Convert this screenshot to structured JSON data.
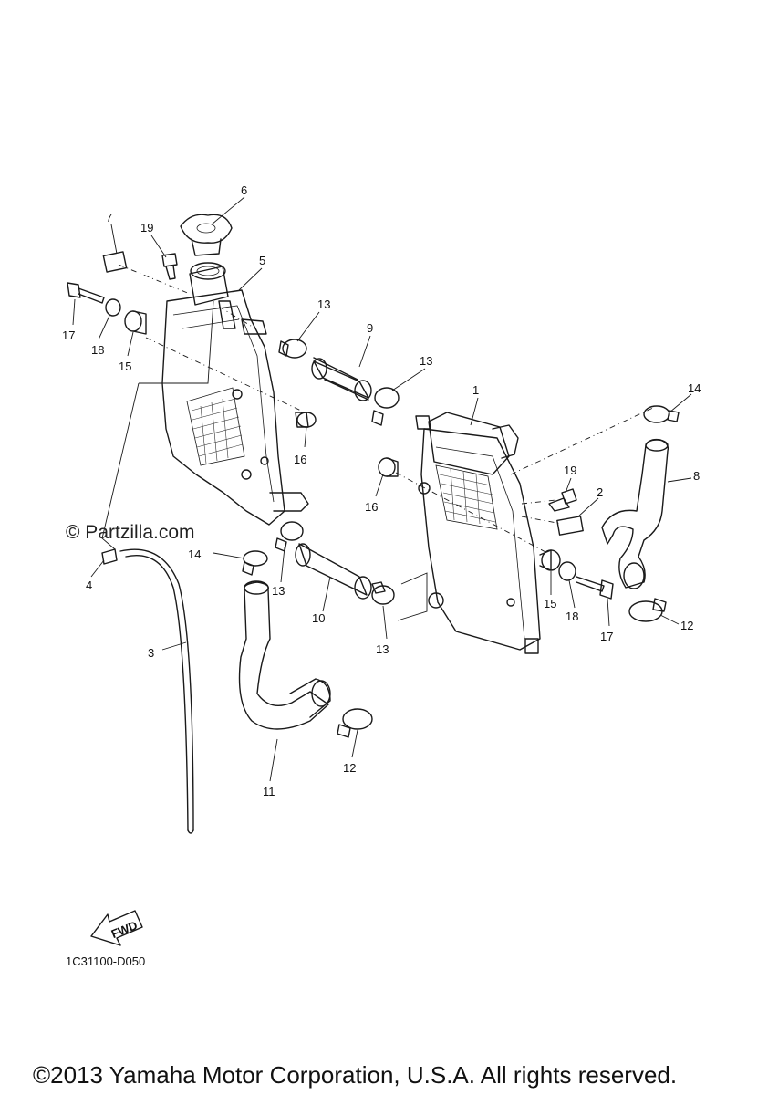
{
  "watermark": "© Partzilla.com",
  "diagram_code": "1C31100-D050",
  "fwd_label": "FWD",
  "copyright": "©2013 Yamaha Motor Corporation, U.S.A. All rights reserved.",
  "callouts": {
    "c1": "1",
    "c2": "2",
    "c3": "3",
    "c4": "4",
    "c5": "5",
    "c6": "6",
    "c7": "7",
    "c8": "8",
    "c9": "9",
    "c10": "10",
    "c11": "11",
    "c12a": "12",
    "c12b": "12",
    "c13a": "13",
    "c13b": "13",
    "c13c": "13",
    "c13d": "13",
    "c14a": "14",
    "c14b": "14",
    "c15a": "15",
    "c15b": "15",
    "c16a": "16",
    "c16b": "16",
    "c17a": "17",
    "c17b": "17",
    "c18a": "18",
    "c18b": "18",
    "c19a": "19",
    "c19b": "19"
  }
}
